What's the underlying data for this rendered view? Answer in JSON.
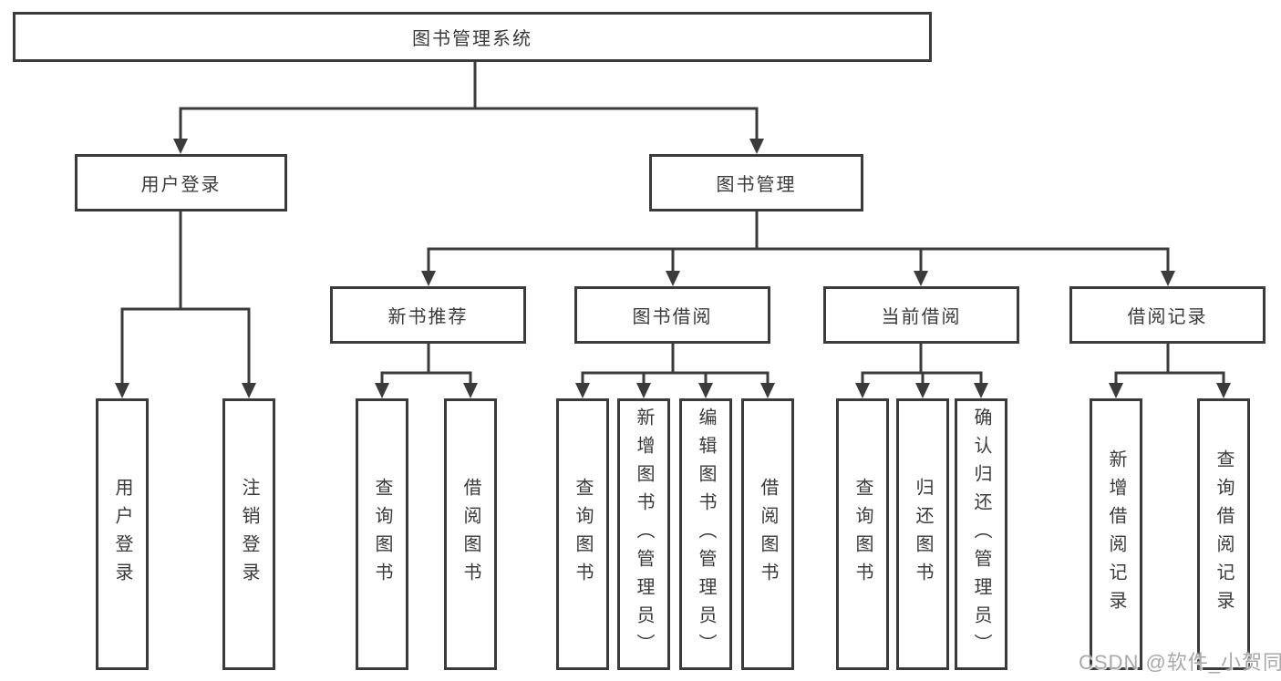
{
  "nodes": {
    "root": "图书管理系统",
    "user_login": "用户登录",
    "book_management": "图书管理",
    "new_book_rec": "新书推荐",
    "book_borrowing": "图书借阅",
    "current_borrowing": "当前借阅",
    "borrowing_records": "借阅记录",
    "ul_login": "用户登录",
    "ul_logout": "注销登录",
    "nr_query_books": "查询图书",
    "nr_borrow_books": "借阅图书",
    "bb_query_books": "查询图书",
    "bb_add_books_admin": "新增图书（管理员）",
    "bb_edit_books_admin": "编辑图书（管理员）",
    "bb_borrow_books": "借阅图书",
    "cb_query_books": "查询图书",
    "cb_return_books": "归还图书",
    "cb_confirm_return_admin": "确认归还（管理员）",
    "br_add_record": "新增借阅记录",
    "br_query_record": "查询借阅记录"
  },
  "hierarchy": {
    "图书管理系统": {
      "用户登录": [
        "用户登录",
        "注销登录"
      ],
      "图书管理": {
        "新书推荐": [
          "查询图书",
          "借阅图书"
        ],
        "图书借阅": [
          "查询图书",
          "新增图书（管理员）",
          "编辑图书（管理员）",
          "借阅图书"
        ],
        "当前借阅": [
          "查询图书",
          "归还图书",
          "确认归还（管理员）"
        ],
        "借阅记录": [
          "新增借阅记录",
          "查询借阅记录"
        ]
      }
    }
  },
  "watermark": {
    "text": "CSDN @软件_小贺同学"
  },
  "colors": {
    "line": "#3b3b3b",
    "text": "#3a3a3a",
    "box_background": "#ffffff",
    "watermark": "#a8a8a8"
  }
}
